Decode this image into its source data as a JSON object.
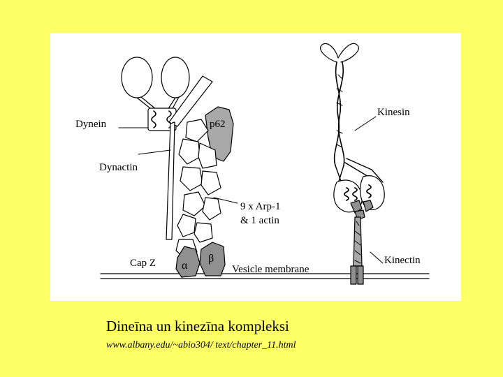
{
  "labels": {
    "dynein": "Dynein",
    "p62": "p62",
    "dynactin": "Dynactin",
    "arp_line1": "9 x Arp-1",
    "arp_line2": "& 1 actin",
    "capz": "Cap Z",
    "alpha": "α",
    "beta": "β",
    "vesicle": "Vesicle membrane",
    "kinesin": "Kinesin",
    "kinectin": "Kinectin"
  },
  "caption": "Dineīna un kinezīna kompleksi",
  "source": "www.albany.edu/~abio304/ text/chapter_11.html",
  "colors": {
    "background": "#FFFF66",
    "figure": "#FFFFFF",
    "grey_fill": "#A8A8A8",
    "dark_grey_fill": "#909090"
  }
}
